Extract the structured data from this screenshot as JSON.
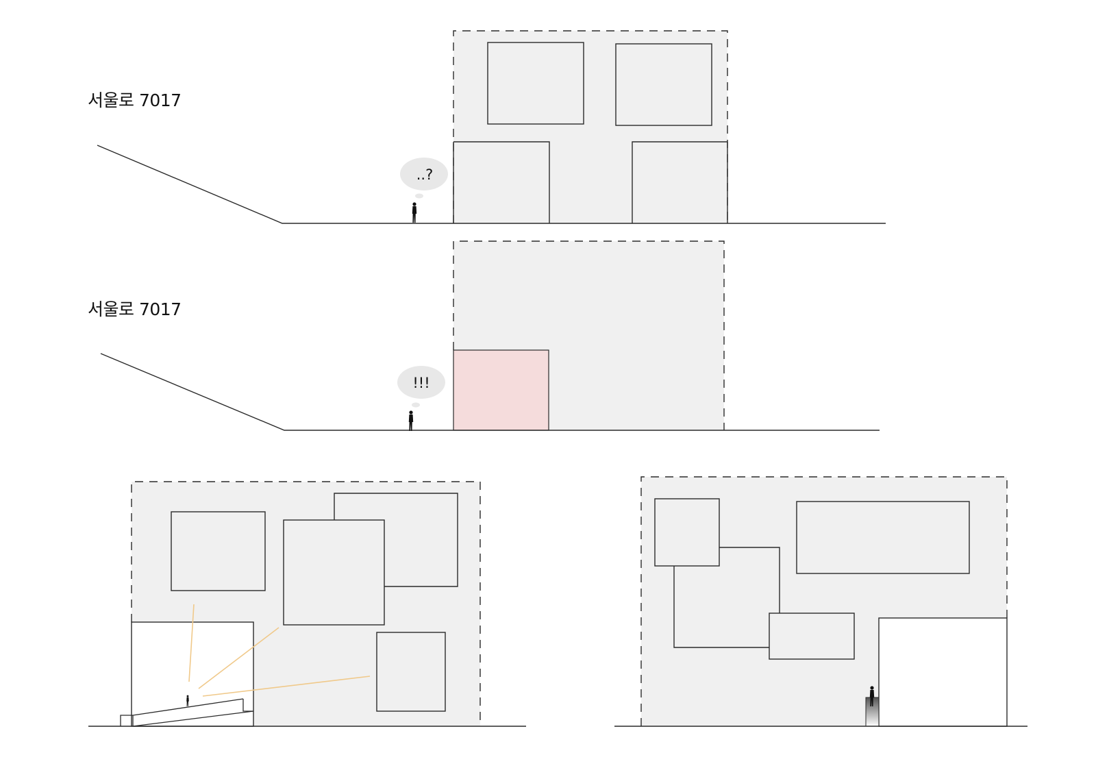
{
  "diagram": {
    "panels": [
      {
        "id": "section-1",
        "label": "서울로 7017",
        "speech_bubble": "..?"
      },
      {
        "id": "section-2",
        "label": "서울로 7017",
        "speech_bubble": "!!!"
      },
      {
        "id": "section-3"
      },
      {
        "id": "section-4"
      }
    ]
  },
  "colors": {
    "facade_fill": "#f0f0f0",
    "line": "#2a2a2a",
    "highlight_fill": "#f5dcdc",
    "sightline": "#f0c98a",
    "bubble_fill": "#e8e8e8",
    "opening_fill": "#ffffff"
  }
}
